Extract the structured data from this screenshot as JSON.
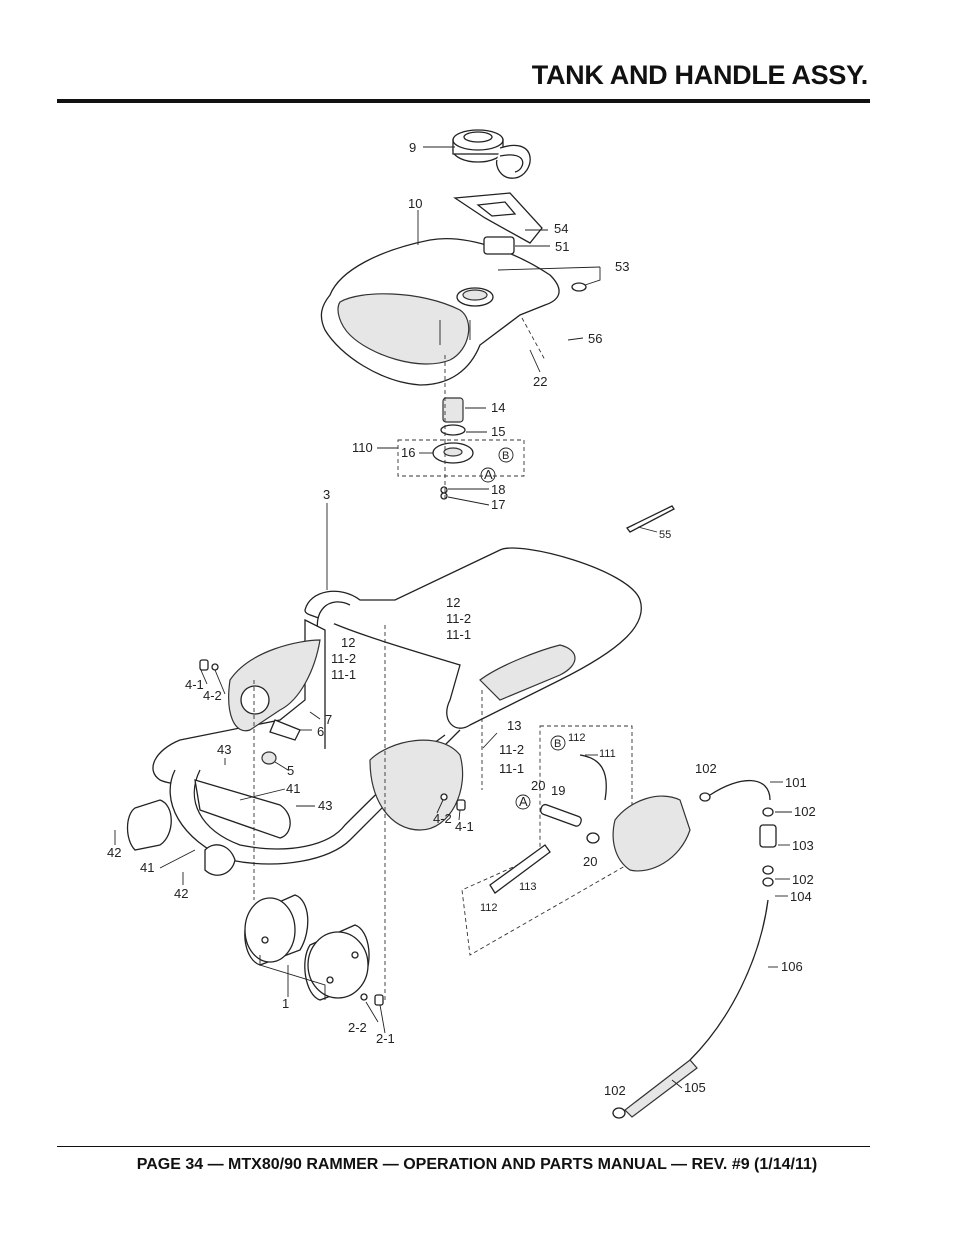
{
  "header": {
    "title": "TANK AND HANDLE ASSY."
  },
  "footer": {
    "text": "PAGE 34 — MTX80/90 RAMMER — OPERATION AND PARTS MANUAL — REV. #9 (1/14/11)"
  },
  "callouts": {
    "c9": "9",
    "c10": "10",
    "c54": "54",
    "c51": "51",
    "c53": "53",
    "c56": "56",
    "c22": "22",
    "c14": "14",
    "c15": "15",
    "c110": "110",
    "c16": "16",
    "cB1": "B",
    "cA1": "A",
    "c18": "18",
    "c17": "17",
    "c3": "3",
    "c55": "55",
    "c12a": "12",
    "c11_2a": "11-2",
    "c11_1a": "11-1",
    "c12b": "12",
    "c11_2b": "11-2",
    "c11_1b": "11-1",
    "c4_1a": "4-1",
    "c4_2a": "4-2",
    "c7": "7",
    "c6": "6",
    "c43a": "43",
    "c5": "5",
    "c41a": "41",
    "c43b": "43",
    "c42a": "42",
    "c41b": "41",
    "c42b": "42",
    "c13": "13",
    "c11_2c": "11-2",
    "c11_1c": "11-1",
    "cB2": "B",
    "c112a": "112",
    "c111": "111",
    "c20a": "20",
    "c19": "19",
    "cA2": "A",
    "c20b": "20",
    "c4_2b": "4-2",
    "c4_1b": "4-1",
    "c113": "113",
    "c112b": "112",
    "c1": "1",
    "c2_2": "2-2",
    "c2_1": "2-1",
    "c102a": "102",
    "c101": "101",
    "c102b": "102",
    "c103": "103",
    "c102c": "102",
    "c104": "104",
    "c106": "106",
    "c102d": "102",
    "c105": "105"
  }
}
